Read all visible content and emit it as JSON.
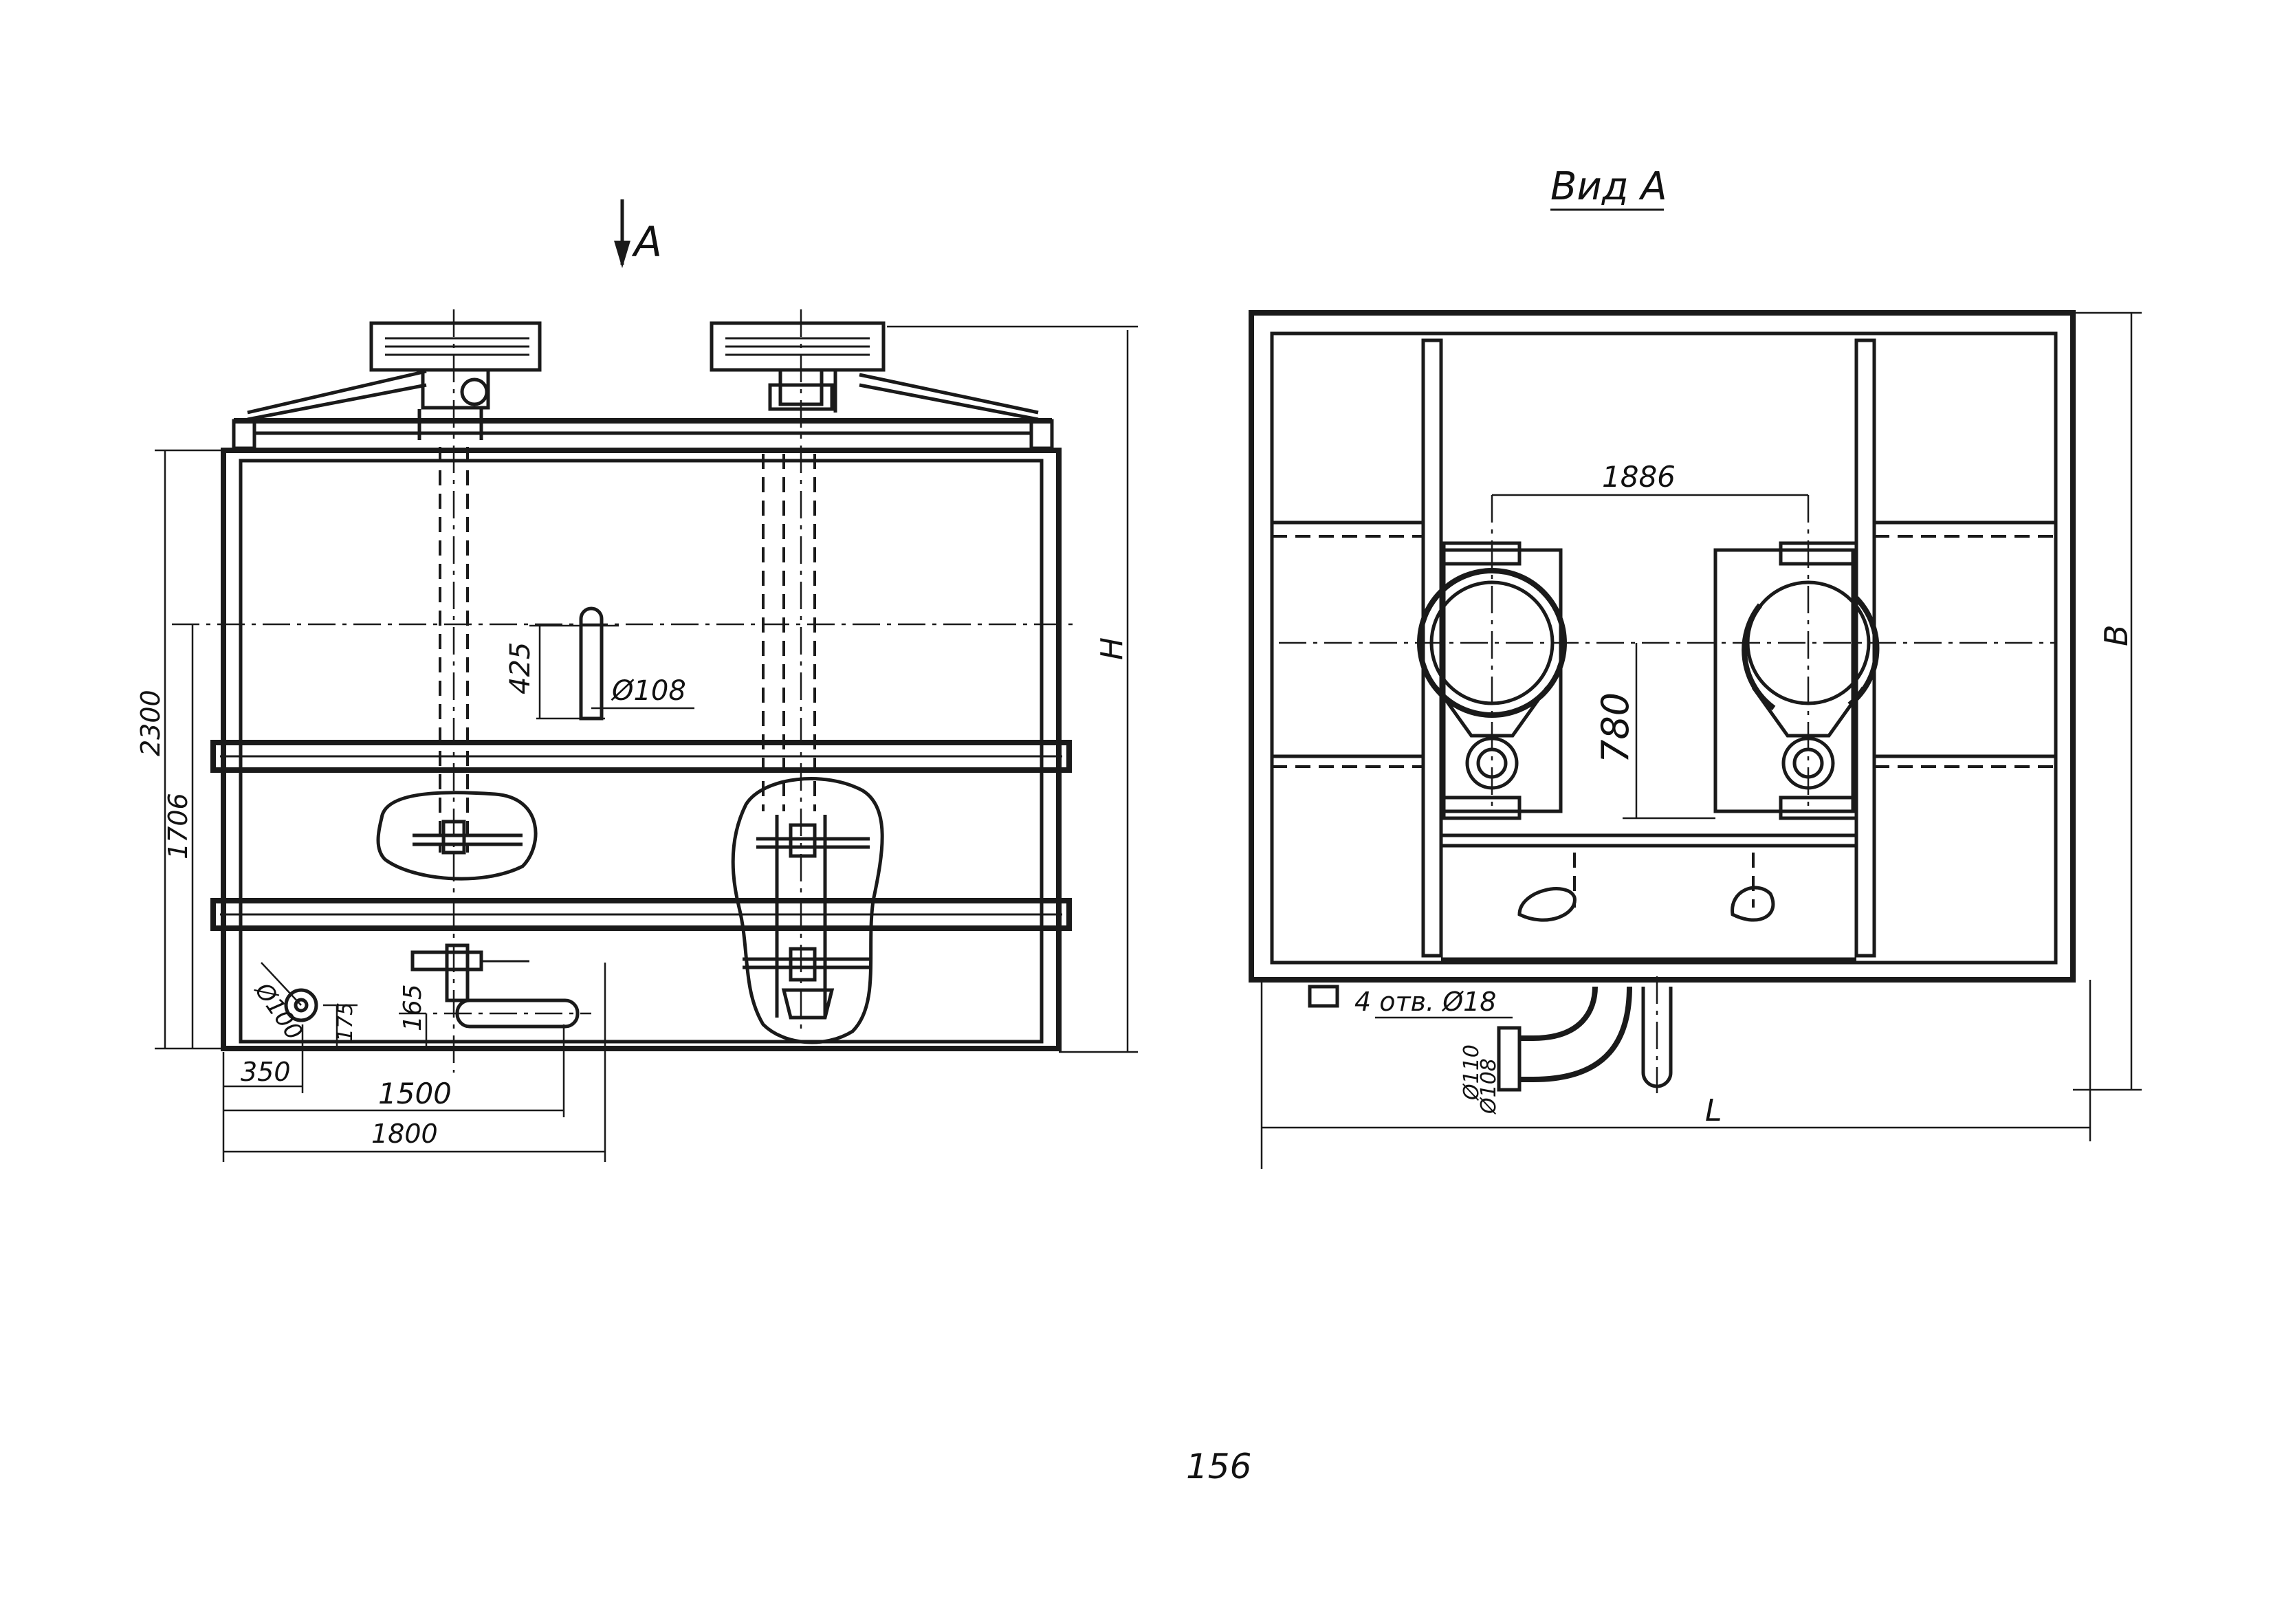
{
  "left_view": {
    "view_marker": "A",
    "dims": {
      "overall_height": "2300",
      "height_1706": "1706",
      "d108": "Ø108",
      "len_425": "425",
      "d100": "Ø100",
      "dim_175": "175",
      "dim_165": "165",
      "dim_350": "350",
      "dim_1500": "1500",
      "dim_1800": "1800",
      "H": "H"
    }
  },
  "right_view": {
    "title": "Вид А",
    "dims": {
      "dim_1886": "1886",
      "dim_780": "780",
      "B": "B",
      "L": "L",
      "holes": "4 отв. Ø18",
      "d110": "Ø110",
      "d108": "Ø108"
    }
  },
  "page_number": "156",
  "colors": {
    "ink": "#1a1a1a",
    "paper": "#ffffff"
  }
}
